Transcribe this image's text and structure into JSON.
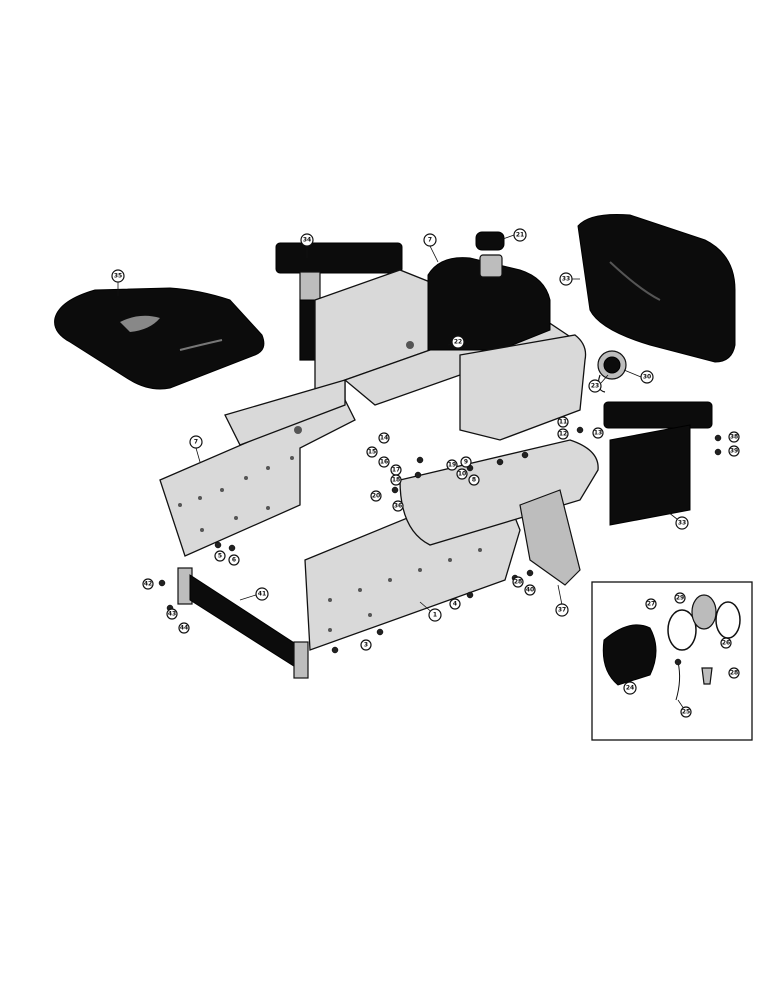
{
  "diagram": {
    "callouts": [
      {
        "id": "c34a",
        "label": "34"
      },
      {
        "id": "c35",
        "label": "35"
      },
      {
        "id": "c7a",
        "label": "7"
      },
      {
        "id": "c21",
        "label": "21"
      },
      {
        "id": "c33a",
        "label": "33"
      },
      {
        "id": "c22",
        "label": "22"
      },
      {
        "id": "c23",
        "label": "23"
      },
      {
        "id": "c30",
        "label": "30"
      },
      {
        "id": "c7b",
        "label": "7"
      },
      {
        "id": "c11",
        "label": "11"
      },
      {
        "id": "c12",
        "label": "12"
      },
      {
        "id": "c13",
        "label": "13"
      },
      {
        "id": "c38",
        "label": "38"
      },
      {
        "id": "c39",
        "label": "39"
      },
      {
        "id": "c14",
        "label": "14"
      },
      {
        "id": "c15",
        "label": "15"
      },
      {
        "id": "c16",
        "label": "16"
      },
      {
        "id": "c17",
        "label": "17"
      },
      {
        "id": "c18",
        "label": "18"
      },
      {
        "id": "c19",
        "label": "19"
      },
      {
        "id": "c10",
        "label": "10"
      },
      {
        "id": "c9",
        "label": "9"
      },
      {
        "id": "c8",
        "label": "8"
      },
      {
        "id": "c20",
        "label": "20"
      },
      {
        "id": "c36",
        "label": "36"
      },
      {
        "id": "c33b",
        "label": "33"
      },
      {
        "id": "c5",
        "label": "5"
      },
      {
        "id": "c6",
        "label": "6"
      },
      {
        "id": "c42",
        "label": "42"
      },
      {
        "id": "c41",
        "label": "41"
      },
      {
        "id": "c43",
        "label": "43"
      },
      {
        "id": "c44",
        "label": "44"
      },
      {
        "id": "c1",
        "label": "1"
      },
      {
        "id": "c4",
        "label": "4"
      },
      {
        "id": "c3",
        "label": "3"
      },
      {
        "id": "c28",
        "label": "28"
      },
      {
        "id": "c40",
        "label": "40"
      },
      {
        "id": "c37",
        "label": "37"
      },
      {
        "id": "c27",
        "label": "27"
      },
      {
        "id": "c29",
        "label": "29"
      },
      {
        "id": "c26",
        "label": "26"
      },
      {
        "id": "c24",
        "label": "24"
      },
      {
        "id": "c25",
        "label": "25"
      },
      {
        "id": "c28b",
        "label": "28"
      }
    ]
  }
}
